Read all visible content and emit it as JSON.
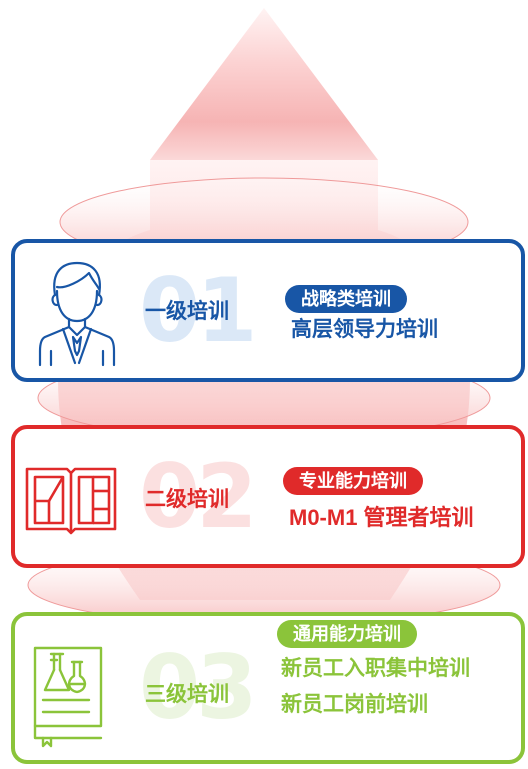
{
  "colors": {
    "level1": "#1856a6",
    "level2": "#e02a2a",
    "level3": "#8bc43a"
  },
  "tiers": [
    {
      "number": "01",
      "level": "一级培训",
      "category": "战略类培训",
      "items": [
        "高层领导力培训"
      ],
      "icon": "businessman-icon"
    },
    {
      "number": "02",
      "level": "二级培训",
      "category": "专业能力培训",
      "items": [
        "M0-M1 管理者培训"
      ],
      "icon": "open-book-icon"
    },
    {
      "number": "03",
      "level": "三级培训",
      "category": "通用能力培训",
      "items": [
        "新员工入职集中培训",
        "新员工岗前培训"
      ],
      "icon": "science-book-icon"
    }
  ]
}
